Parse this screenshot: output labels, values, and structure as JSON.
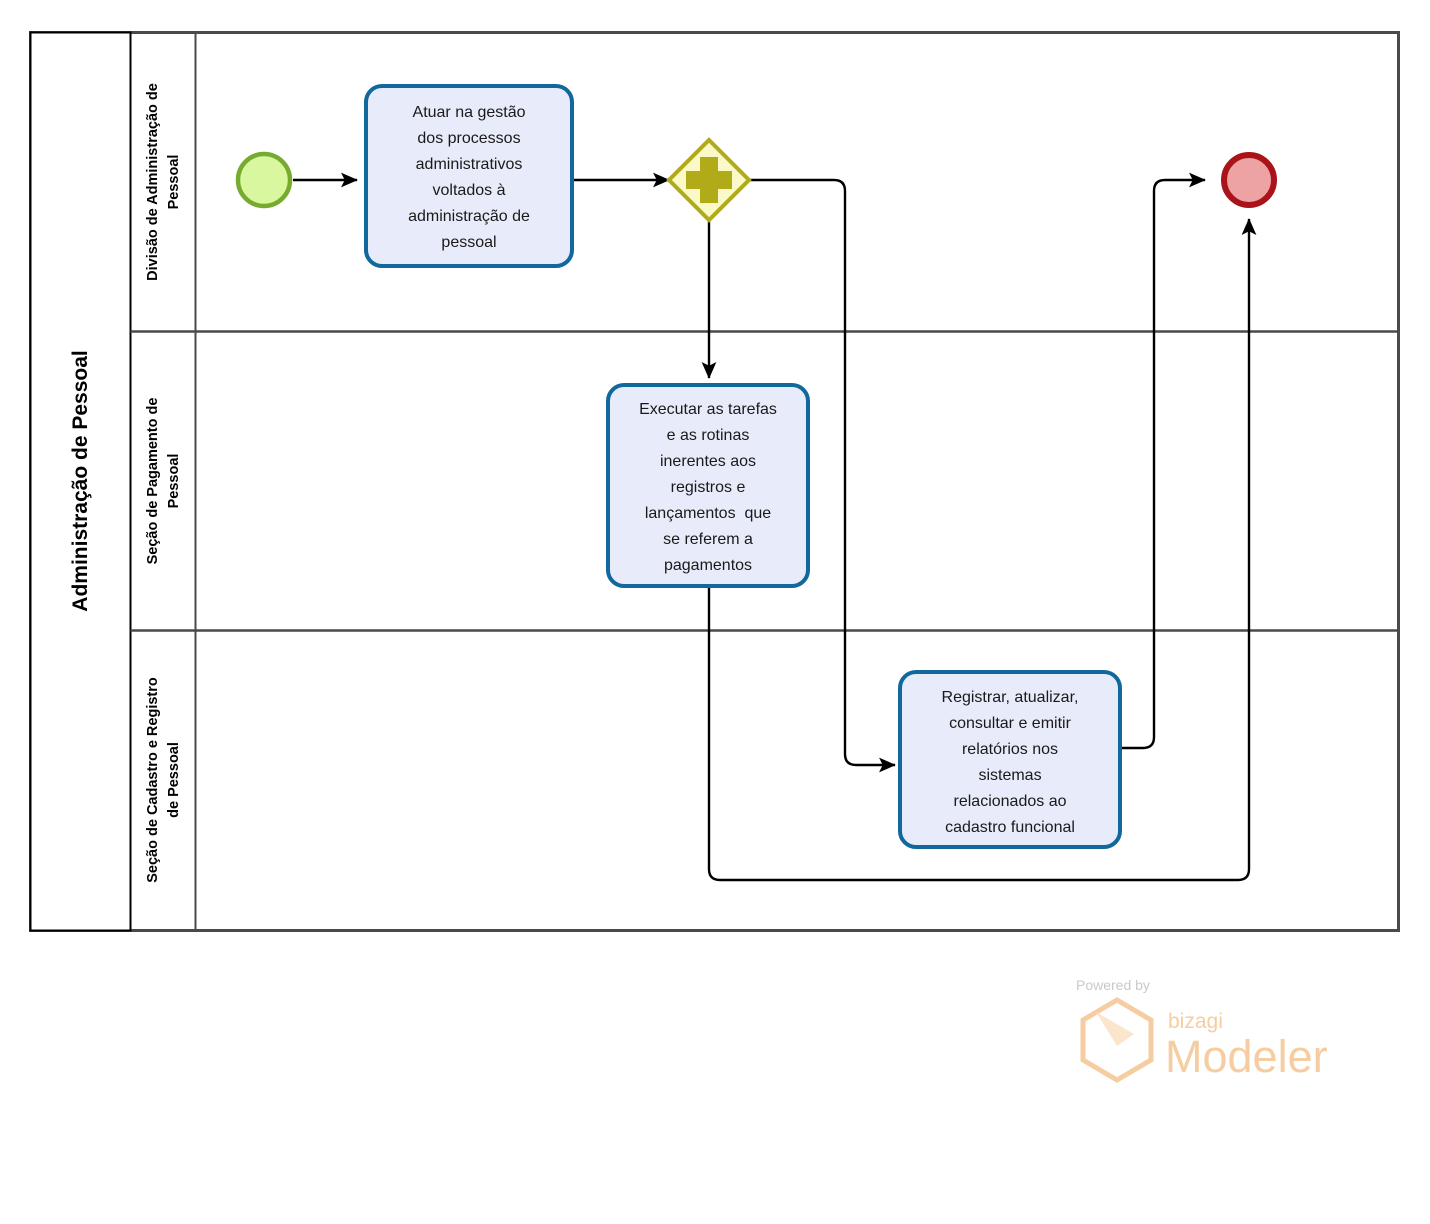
{
  "diagram": {
    "notation": "BPMN",
    "pool": {
      "title": "Administração de Pessoal",
      "lanes": [
        {
          "id": "lane-1",
          "title": "Divisão de Administração de Pessoal"
        },
        {
          "id": "lane-2",
          "title": "Seção de Pagamento de Pessoal"
        },
        {
          "id": "lane-3",
          "title": "Seção de Cadastro e Registro de Pessoal"
        }
      ]
    },
    "events": [
      {
        "id": "start-event",
        "type": "start-event",
        "label": "",
        "lane": "lane-1"
      },
      {
        "id": "end-event",
        "type": "end-event",
        "label": "",
        "lane": "lane-1"
      }
    ],
    "gateways": [
      {
        "id": "parallel-gateway",
        "type": "parallel-gateway",
        "symbol": "+",
        "label": "",
        "lane": "lane-1"
      }
    ],
    "tasks": [
      {
        "id": "task-1",
        "lane": "lane-1",
        "lines": [
          "Atuar na gestão",
          "dos processos",
          "administrativos",
          "voltados à",
          "administração de",
          "pessoal"
        ]
      },
      {
        "id": "task-2",
        "lane": "lane-2",
        "lines": [
          "Executar as tarefas",
          "e as rotinas",
          "inerentes aos",
          "registros e",
          "lançamentos  que",
          "se referem a",
          "pagamentos"
        ]
      },
      {
        "id": "task-3",
        "lane": "lane-3",
        "lines": [
          "Registrar, atualizar,",
          "consultar e emitir",
          "relatórios nos",
          "sistemas",
          "relacionados ao",
          "cadastro funcional"
        ]
      }
    ],
    "flows": [
      {
        "id": "flow-start-task1",
        "from": "start-event",
        "to": "task-1",
        "label": ""
      },
      {
        "id": "flow-task1-gateway",
        "from": "task-1",
        "to": "parallel-gateway",
        "label": ""
      },
      {
        "id": "flow-gateway-task2",
        "from": "parallel-gateway",
        "to": "task-2",
        "label": ""
      },
      {
        "id": "flow-gateway-task3",
        "from": "parallel-gateway",
        "to": "task-3",
        "label": ""
      },
      {
        "id": "flow-task3-end",
        "from": "task-3",
        "to": "end-event",
        "label": ""
      },
      {
        "id": "flow-task2-end",
        "from": "task-2",
        "to": "end-event",
        "label": ""
      }
    ]
  },
  "watermark": {
    "powered_by": "Powered by",
    "brand": "bizagi",
    "product": "Modeler"
  },
  "colors": {
    "pool_border": "#4a4a4a",
    "pool_header_border": "#000000",
    "task_fill": "#e8ecfa",
    "task_border": "#11689c",
    "start_fill": "#d9f79e",
    "start_border": "#76ab2f",
    "end_fill": "#eda3a3",
    "end_border": "#a91319",
    "gateway_fill": "#fbf9c8",
    "gateway_border": "#b1ab1a",
    "gateway_symbol": "#b1ab1a",
    "flow_line": "#000000",
    "watermark_orange": "#f6cda0",
    "watermark_grey": "#c9c9c9"
  }
}
